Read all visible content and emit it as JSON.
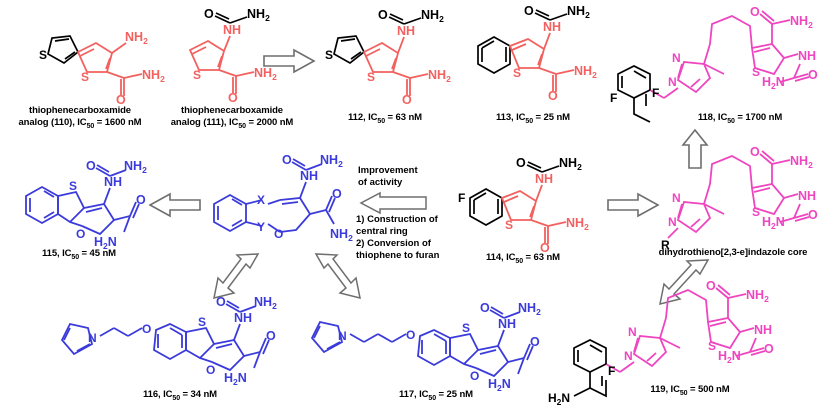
{
  "figure": {
    "title": "Structure-activity relationship scheme of thiophenecarboxamide analogs",
    "colors": {
      "red": "#F2615F",
      "blue": "#3B3BDB",
      "magenta": "#EE45C0",
      "black": "#000000",
      "arrow_stroke": "#6E6E6E"
    }
  },
  "compounds": [
    {
      "id": "cmp-110",
      "color": "red",
      "caption_lines": [
        "thiophenecarboxamide",
        "analog (110), IC",
        "50",
        " = 1600 nM"
      ],
      "name": "thiophenecarboxamide analog",
      "number": "110",
      "ic50_value": "1600",
      "ic50_unit": "nM",
      "caption_prefix": "thiophenecarboxamide",
      "caption_second": "analog (110), IC",
      "caption_sub": "50",
      "caption_tail": " = 1600 nM",
      "atom_labels": [
        "S",
        "NH",
        "2",
        "O",
        "NH",
        "2"
      ]
    },
    {
      "id": "cmp-111",
      "color": "red",
      "number": "111",
      "ic50_value": "2000",
      "caption_prefix": "thiophenecarboxamide",
      "caption_second": "analog (111), IC",
      "caption_sub": "50",
      "caption_tail": " = 2000 nM"
    },
    {
      "id": "cmp-112",
      "color": "red",
      "number": "112",
      "ic50_value": "63",
      "caption_main": "112, IC",
      "caption_sub": "50",
      "caption_tail": " = 63 nM"
    },
    {
      "id": "cmp-113",
      "color": "red",
      "number": "113",
      "ic50_value": "25",
      "caption_main": "113, IC",
      "caption_sub": "50",
      "caption_tail": " = 25 nM"
    },
    {
      "id": "cmp-114",
      "color": "red",
      "number": "114",
      "ic50_value": "63",
      "caption_main": "114, IC",
      "caption_sub": "50",
      "caption_tail": " = 63 nM"
    },
    {
      "id": "cmp-115",
      "color": "blue",
      "number": "115",
      "ic50_value": "45",
      "caption_main": "115, IC",
      "caption_sub": "50",
      "caption_tail": " = 45 nM"
    },
    {
      "id": "cmp-116",
      "color": "blue",
      "number": "116",
      "ic50_value": "34",
      "caption_main": "116, IC",
      "caption_sub": "50",
      "caption_tail": " = 34 nM"
    },
    {
      "id": "cmp-117",
      "color": "blue",
      "number": "117",
      "ic50_value": "25",
      "caption_main": "117, IC",
      "caption_sub": "50",
      "caption_tail": " = 25 nM"
    },
    {
      "id": "cmp-118",
      "color": "magenta",
      "number": "118",
      "ic50_value": "1700",
      "caption_main": "118, IC",
      "caption_sub": "50",
      "caption_tail": " = 1700 nM"
    },
    {
      "id": "cmp-119",
      "color": "magenta",
      "number": "119",
      "ic50_value": "500",
      "caption_main": "119, IC",
      "caption_sub": "50",
      "caption_tail": " = 500 nM"
    },
    {
      "id": "cmp-core",
      "color": "magenta",
      "caption_main": "dihydrothieno[2,3-e]indazole core"
    },
    {
      "id": "cmp-generic",
      "color": "blue",
      "caption_main": ""
    }
  ],
  "annotation": {
    "heading_line1": "Improvement",
    "heading_line2": "of activity",
    "item1": "1) Construction of",
    "item1b": "central ring",
    "item2": "2) Conversion of",
    "item2b": "thiophene to furan"
  },
  "atoms": {
    "S": "S",
    "O": "O",
    "N": "N",
    "F": "F",
    "X": "X",
    "Y": "Y",
    "R": "R",
    "NH": "NH",
    "NH2": "NH",
    "H2N": "H",
    "sub2": "2"
  },
  "labels": {
    "nh2": "NH",
    "h2n_h": "H",
    "h2n_n": "N",
    "sub_two": "2",
    "core_label": "dihydrothieno[2,3-e]indazole core"
  }
}
